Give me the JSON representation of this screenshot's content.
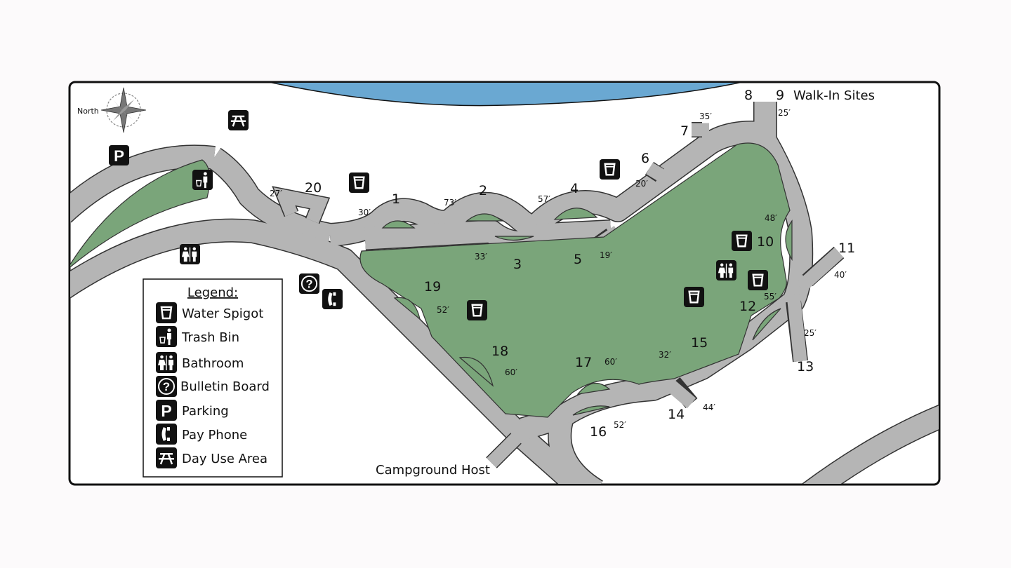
{
  "map": {
    "colors": {
      "road": "#b5b5b5",
      "grass": "#7aa57a",
      "water": "#6aa8d2",
      "frame": "#111111",
      "icon": "#111111"
    },
    "compass_label": "North",
    "walk_in_label": "Walk-In Sites",
    "host_label": "Campground Host",
    "sites": [
      {
        "num": "1"
      },
      {
        "num": "2"
      },
      {
        "num": "3"
      },
      {
        "num": "4"
      },
      {
        "num": "5"
      },
      {
        "num": "6"
      },
      {
        "num": "7"
      },
      {
        "num": "8"
      },
      {
        "num": "9"
      },
      {
        "num": "10"
      },
      {
        "num": "11"
      },
      {
        "num": "12"
      },
      {
        "num": "13"
      },
      {
        "num": "14"
      },
      {
        "num": "15"
      },
      {
        "num": "16"
      },
      {
        "num": "17"
      },
      {
        "num": "18"
      },
      {
        "num": "19"
      },
      {
        "num": "20"
      }
    ],
    "lengths": [
      "27′",
      "30′",
      "73′",
      "57′",
      "20′",
      "35′",
      "25′",
      "48′",
      "19′",
      "33′",
      "40′",
      "55′",
      "25′",
      "44′",
      "52′",
      "32′",
      "60′",
      "60′",
      "52′"
    ],
    "icons": [
      "day-use-area",
      "parking",
      "trash-bin",
      "water-spigot",
      "water-spigot",
      "bathroom",
      "bulletin-board",
      "pay-phone",
      "water-spigot",
      "water-spigot",
      "bathroom",
      "water-spigot",
      "water-spigot"
    ]
  },
  "legend": {
    "title": "Legend:",
    "items": [
      {
        "icon": "water-spigot",
        "label": "Water Spigot"
      },
      {
        "icon": "trash-bin",
        "label": "Trash Bin"
      },
      {
        "icon": "bathroom",
        "label": "Bathroom"
      },
      {
        "icon": "bulletin-board",
        "label": "Bulletin Board"
      },
      {
        "icon": "parking",
        "label": "Parking"
      },
      {
        "icon": "pay-phone",
        "label": "Pay Phone"
      },
      {
        "icon": "day-use-area",
        "label": "Day Use Area"
      }
    ]
  }
}
